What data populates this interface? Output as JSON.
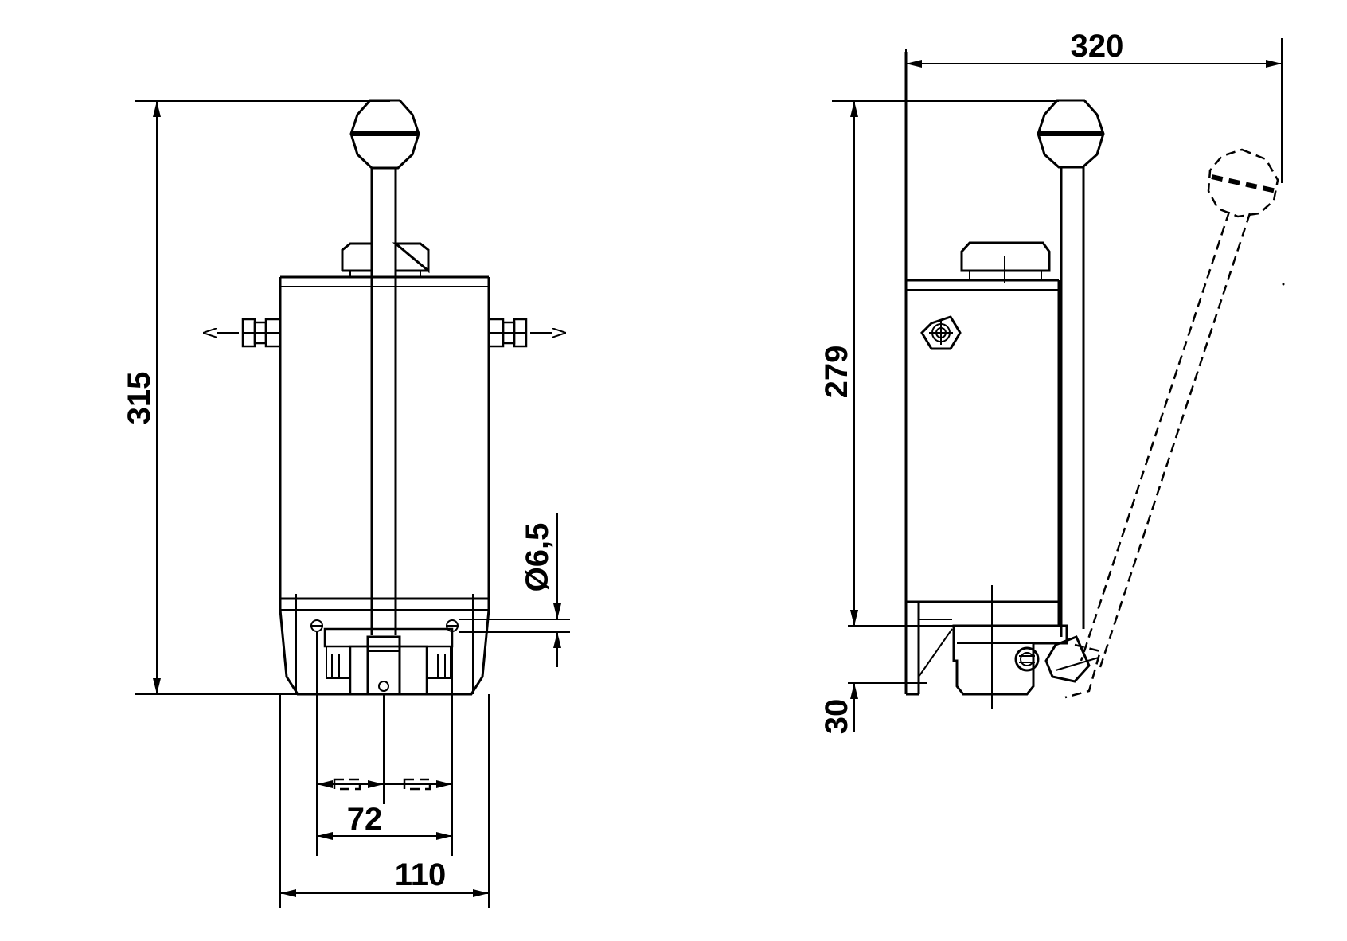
{
  "dimensions": {
    "overall_height_front": "315",
    "overall_width_side": "320",
    "body_height_side": "279",
    "foot_height_side": "30",
    "hole_spacing": "72",
    "base_width": "110",
    "hole_diameter": "Ø6,5"
  }
}
